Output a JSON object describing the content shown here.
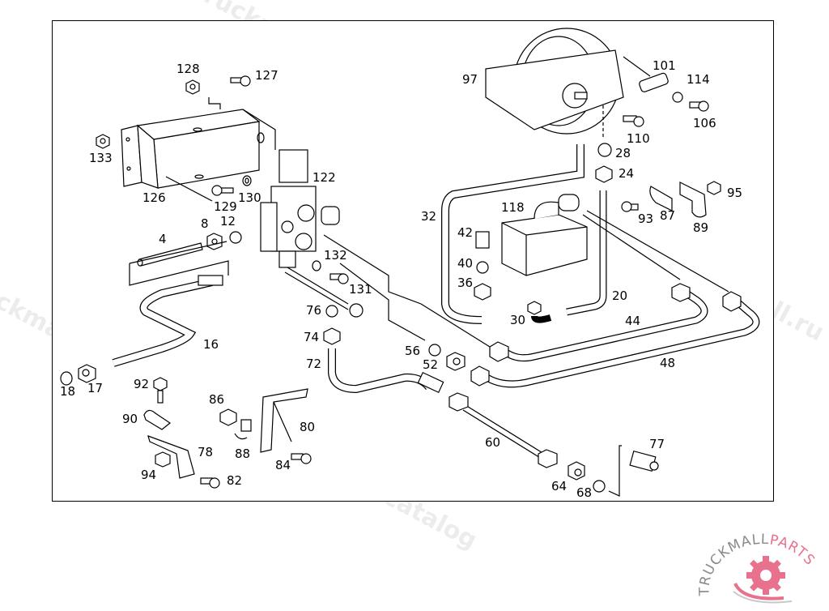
{
  "diagram": {
    "type": "exploded parts diagram",
    "subject": "hydraulic control valve, cable winch and piping"
  },
  "part_labels": [
    {
      "id": "128",
      "text": "128"
    },
    {
      "id": "127",
      "text": "127"
    },
    {
      "id": "133",
      "text": "133"
    },
    {
      "id": "126",
      "text": "126"
    },
    {
      "id": "129",
      "text": "129"
    },
    {
      "id": "130",
      "text": "130"
    },
    {
      "id": "122",
      "text": "122"
    },
    {
      "id": "8",
      "text": "8"
    },
    {
      "id": "12",
      "text": "12"
    },
    {
      "id": "4",
      "text": "4"
    },
    {
      "id": "132",
      "text": "132"
    },
    {
      "id": "131",
      "text": "131"
    },
    {
      "id": "76",
      "text": "76"
    },
    {
      "id": "74",
      "text": "74"
    },
    {
      "id": "72",
      "text": "72"
    },
    {
      "id": "16",
      "text": "16"
    },
    {
      "id": "18",
      "text": "18"
    },
    {
      "id": "17",
      "text": "17"
    },
    {
      "id": "92",
      "text": "92"
    },
    {
      "id": "90",
      "text": "90"
    },
    {
      "id": "86",
      "text": "86"
    },
    {
      "id": "80",
      "text": "80"
    },
    {
      "id": "78",
      "text": "78"
    },
    {
      "id": "88",
      "text": "88"
    },
    {
      "id": "84",
      "text": "84"
    },
    {
      "id": "94",
      "text": "94"
    },
    {
      "id": "82",
      "text": "82"
    },
    {
      "id": "97",
      "text": "97"
    },
    {
      "id": "101",
      "text": "101"
    },
    {
      "id": "114",
      "text": "114"
    },
    {
      "id": "106",
      "text": "106"
    },
    {
      "id": "110",
      "text": "110"
    },
    {
      "id": "28",
      "text": "28"
    },
    {
      "id": "24",
      "text": "24"
    },
    {
      "id": "95",
      "text": "95"
    },
    {
      "id": "93",
      "text": "93"
    },
    {
      "id": "87",
      "text": "87"
    },
    {
      "id": "89",
      "text": "89"
    },
    {
      "id": "118",
      "text": "118"
    },
    {
      "id": "32",
      "text": "32"
    },
    {
      "id": "42",
      "text": "42"
    },
    {
      "id": "40",
      "text": "40"
    },
    {
      "id": "36",
      "text": "36"
    },
    {
      "id": "20",
      "text": "20"
    },
    {
      "id": "30",
      "text": "30"
    },
    {
      "id": "44",
      "text": "44"
    },
    {
      "id": "48",
      "text": "48"
    },
    {
      "id": "56",
      "text": "56"
    },
    {
      "id": "52",
      "text": "52"
    },
    {
      "id": "60",
      "text": "60"
    },
    {
      "id": "64",
      "text": "64"
    },
    {
      "id": "68",
      "text": "68"
    },
    {
      "id": "77",
      "text": "77"
    }
  ],
  "watermarks": [
    {
      "text": "truckmall.ru epc catalog"
    },
    {
      "text": "truckmall.ru epc catalog"
    },
    {
      "text": "truckmall.ru epc catalog"
    },
    {
      "text": "truckmall.ru epc catalog"
    },
    {
      "text": "truckmall.ru epc catalog"
    }
  ],
  "logo": {
    "text_left": "TRUCKMALL",
    "text_right": "PARTS",
    "brand_color": "#e8718d",
    "text_color": "#8a8a8a"
  }
}
